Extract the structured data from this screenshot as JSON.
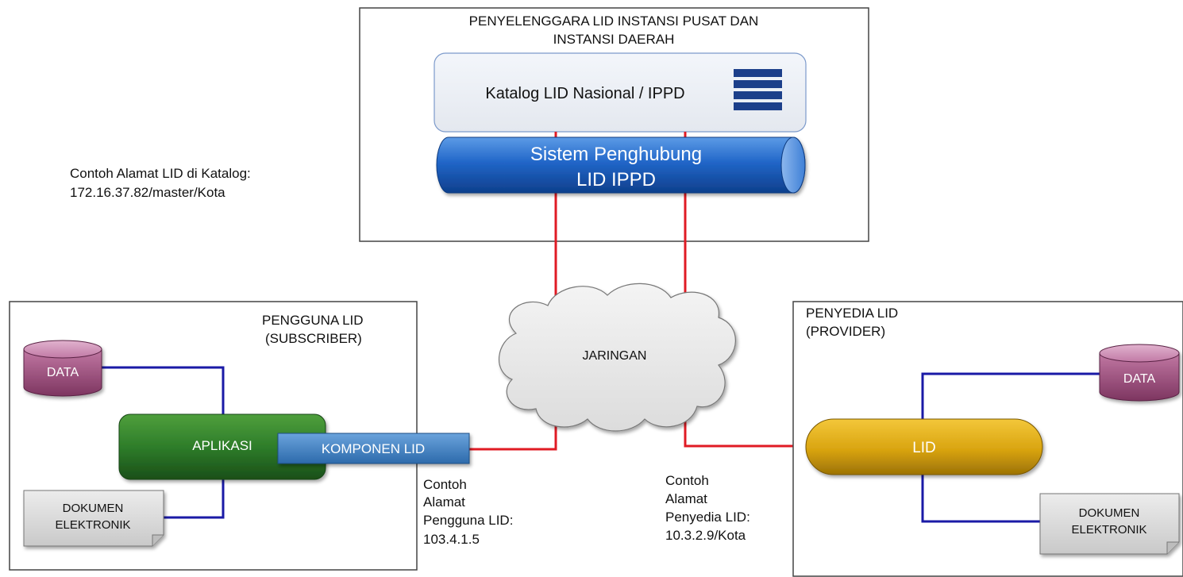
{
  "central": {
    "title_line1": "PENYELENGGARA LID INSTANSI PUSAT DAN",
    "title_line2": "INSTANSI DAERAH",
    "catalog_label": "Katalog LID Nasional / IPPD",
    "connector_line1": "Sistem Penghubung",
    "connector_line2": "LID IPPD"
  },
  "catalog_example": {
    "line1": "Contoh Alamat LID di Katalog:",
    "line2": "172.16.37.82/master/Kota"
  },
  "subscriber": {
    "title_line1": "PENGGUNA LID",
    "title_line2": "(SUBSCRIBER)",
    "data_label": "DATA",
    "app_label": "APLIKASI",
    "component_label": "KOMPONEN LID",
    "doc_line1": "DOKUMEN",
    "doc_line2": "ELEKTRONIK"
  },
  "network": {
    "label": "JARINGAN"
  },
  "subscriber_example": {
    "line1": "Contoh",
    "line2": "Alamat",
    "line3": "Pengguna LID:",
    "line4": "103.4.1.5"
  },
  "provider_example": {
    "line1": "Contoh",
    "line2": "Alamat",
    "line3": "Penyedia LID:",
    "line4": "10.3.2.9/Kota"
  },
  "provider": {
    "title_line1": "PENYEDIA LID",
    "title_line2": "(PROVIDER)",
    "data_label": "DATA",
    "lid_label": "LID",
    "doc_line1": "DOKUMEN",
    "doc_line2": "ELEKTRONIK"
  },
  "colors": {
    "network_link": "#e01b24",
    "local_link": "#1a1aa6",
    "connector": "#2166c8",
    "database": "#a04f7e",
    "application": "#2e7d2a",
    "component": "#3f7fc0",
    "lid": "#d9a410",
    "document": "#d8d8d8"
  }
}
